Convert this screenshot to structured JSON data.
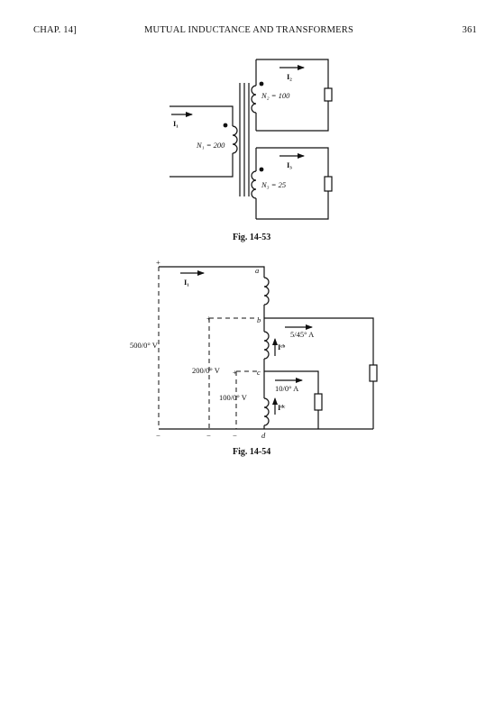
{
  "header": {
    "chapter": "CHAP. 14]",
    "title": "MUTUAL INDUCTANCE AND TRANSFORMERS",
    "page_number": "361"
  },
  "fig53": {
    "caption": "Fig. 14-53",
    "i1": "I₁",
    "i2": "I₂",
    "i3": "I₃",
    "n1": "N₁ = 200",
    "n2": "N₂ = 100",
    "n3": "N₃ = 25"
  },
  "fig54": {
    "caption": "Fig. 14-54",
    "i1": "I₁",
    "node_a": "a",
    "node_b": "b",
    "node_c": "c",
    "node_d": "d",
    "v_ad": "500/0°  V",
    "v_bd": "200/0°  V",
    "v_cd": "100/0°  V",
    "i_bd_src": "5/45°  A",
    "i_cd_src": "10/0°  A",
    "i_cb": "Iᶜᵇ",
    "i_dc": "Iᵈᶜ"
  }
}
